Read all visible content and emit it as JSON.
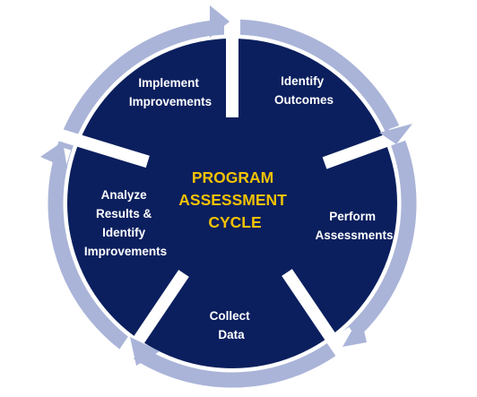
{
  "title": {
    "lines": [
      "PROGRAM",
      "ASSESSMENT",
      "CYCLE"
    ]
  },
  "stages": [
    {
      "id": "identify-outcomes",
      "lines": [
        "Identify",
        "Outcomes"
      ]
    },
    {
      "id": "perform-assessments",
      "lines": [
        "Perform",
        "Assessments"
      ]
    },
    {
      "id": "collect-data",
      "lines": [
        "Collect",
        "Data"
      ]
    },
    {
      "id": "analyze-results",
      "lines": [
        "Analyze",
        "Results &",
        "Identify",
        "Improvements"
      ]
    },
    {
      "id": "implement-improvements",
      "lines": [
        "Implement",
        "Improvements"
      ]
    }
  ],
  "colors": {
    "background": "#ffffff",
    "circle_fill": "#0b1f5e",
    "ring_arrows": "#aab4d8",
    "separators": "#ffffff",
    "stage_text": "#ffffff",
    "center_text": "#f3c200"
  }
}
